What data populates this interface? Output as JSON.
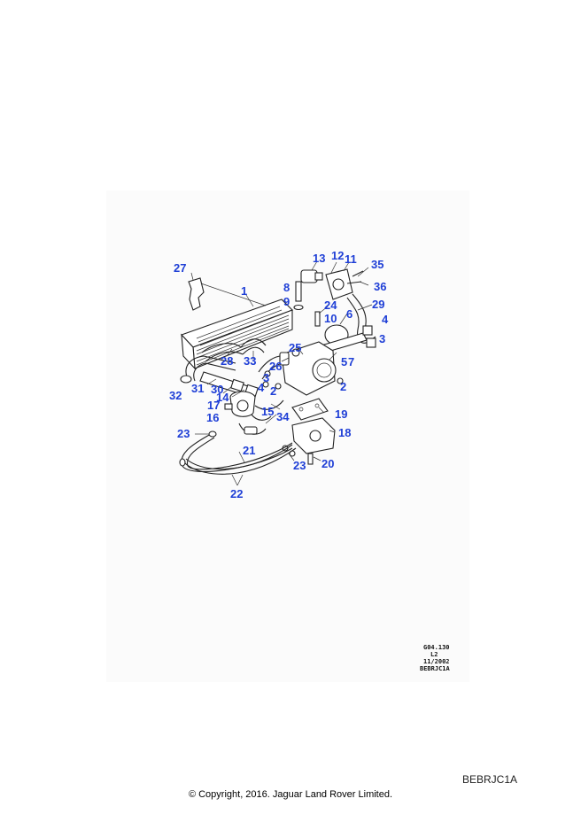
{
  "diagram": {
    "callouts": [
      "1",
      "2",
      "2",
      "3",
      "3",
      "4",
      "4",
      "5",
      "6",
      "7",
      "8",
      "9",
      "10",
      "11",
      "12",
      "13",
      "14",
      "15",
      "16",
      "17",
      "18",
      "19",
      "20",
      "21",
      "22",
      "23",
      "23",
      "24",
      "25",
      "26",
      "27",
      "28",
      "29",
      "30",
      "31",
      "32",
      "33",
      "34",
      "35",
      "36"
    ],
    "stamp": [
      "G04.130",
      "L2",
      "11/2002",
      "BEBRJC1A"
    ]
  },
  "footer": {
    "reference": "BEBRJC1A",
    "copyright": "© Copyright, 2016. Jaguar Land Rover Limited."
  },
  "colors": {
    "callout": "#1f3fd6",
    "line": "#222222",
    "background": "#ffffff"
  }
}
